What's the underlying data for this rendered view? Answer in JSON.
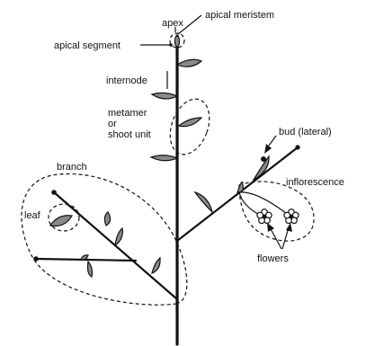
{
  "labels": {
    "apical_meristem": "apical meristem",
    "apex": "apex",
    "apical_segment": "apical segment",
    "internode": "internode",
    "metamer_line1": "metamer",
    "metamer_line2": "or",
    "metamer_line3": "shoot unit",
    "bud_lateral": "bud (lateral)",
    "branch": "branch",
    "inflorescence": "inflorescence",
    "leaf": "leaf",
    "flowers": "flowers"
  }
}
